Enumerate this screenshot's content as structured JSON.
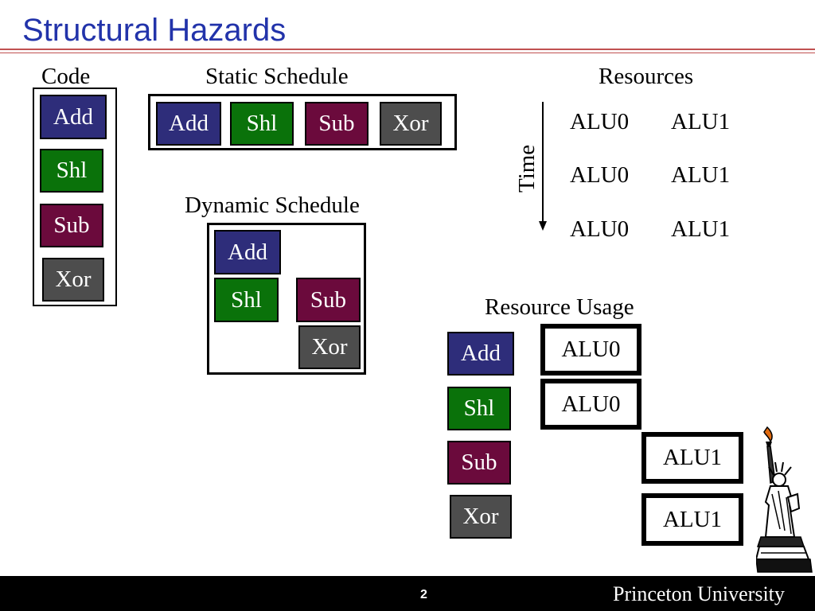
{
  "slide": {
    "title": "Structural Hazards",
    "page_number": "2",
    "university": "Princeton University"
  },
  "labels": {
    "code": "Code",
    "static_schedule": "Static Schedule",
    "dynamic_schedule": "Dynamic Schedule",
    "resources": "Resources",
    "time": "Time",
    "resource_usage": "Resource Usage"
  },
  "instructions": [
    "Add",
    "Shl",
    "Sub",
    "Xor"
  ],
  "resources": {
    "rows": [
      [
        "ALU0",
        "ALU1"
      ],
      [
        "ALU0",
        "ALU1"
      ],
      [
        "ALU0",
        "ALU1"
      ]
    ]
  },
  "resource_usage": {
    "assignments": [
      "ALU0",
      "ALU0",
      "ALU1",
      "ALU1"
    ]
  },
  "colors": {
    "title": "#2233aa",
    "add": "#2e2d7a",
    "shl": "#0a720a",
    "sub": "#6b0a3c",
    "xor": "#4d4d4d",
    "rule": "#c05050"
  },
  "icons": [
    "statue-of-liberty-icon"
  ]
}
